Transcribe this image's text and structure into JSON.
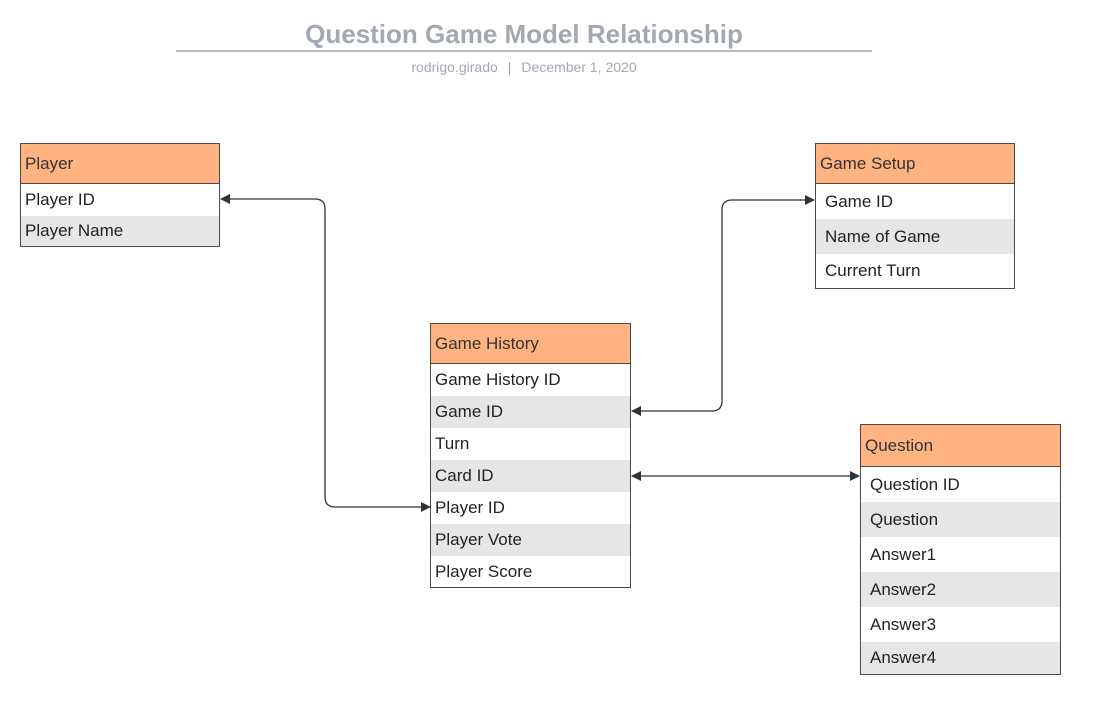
{
  "header": {
    "title": "Question Game Model Relationship",
    "author": "rodrigo.girado",
    "separator": "|",
    "date": "December 1, 2020"
  },
  "entities": {
    "player": {
      "title": "Player",
      "fields": [
        "Player ID",
        "Player Name"
      ]
    },
    "game_setup": {
      "title": "Game Setup",
      "fields": [
        "Game ID",
        "Name of Game",
        "Current Turn"
      ]
    },
    "game_history": {
      "title": "Game History",
      "fields": [
        "Game History ID",
        "Game ID",
        "Turn",
        "Card ID",
        "Player ID",
        "Player Vote",
        "Player Score"
      ]
    },
    "question": {
      "title": "Question",
      "fields": [
        "Question ID",
        "Question",
        "Answer1",
        "Answer2",
        "Answer3",
        "Answer4"
      ]
    }
  },
  "colors": {
    "entity_header": "#ffb380",
    "row_alt": "#e6e6e6",
    "border": "#4a4a4a",
    "title": "#a2a9b3",
    "connector": "#333333"
  }
}
